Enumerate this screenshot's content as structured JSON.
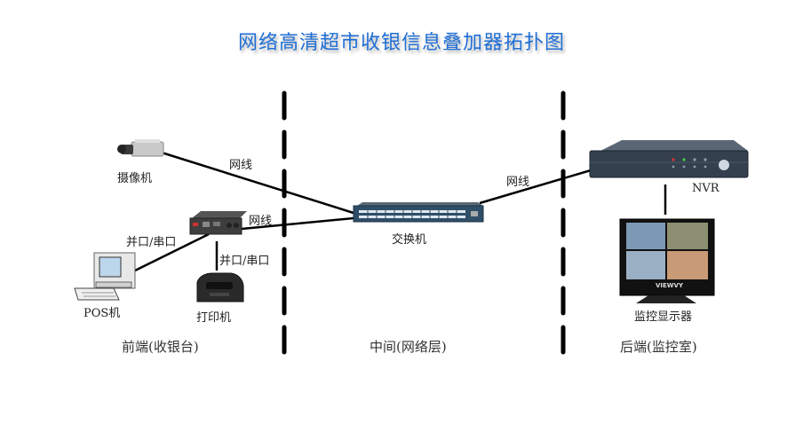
{
  "title": "网络高清超市收银信息叠加器拓扑图",
  "devices": {
    "camera": "摄像机",
    "pos": "POS机",
    "printer": "打印机",
    "switch": "交换机",
    "nvr": "NVR",
    "monitor": "监控显示器",
    "monitor_brand": "VIEWVY"
  },
  "links": {
    "camera_switch": "网线",
    "overlay_switch": "网线",
    "switch_nvr": "网线",
    "pos_overlay": "并口/串口",
    "printer_overlay": "并口/串口"
  },
  "zones": {
    "front": "前端(收银台)",
    "middle": "中间(网络层)",
    "back": "后端(监控室)"
  }
}
